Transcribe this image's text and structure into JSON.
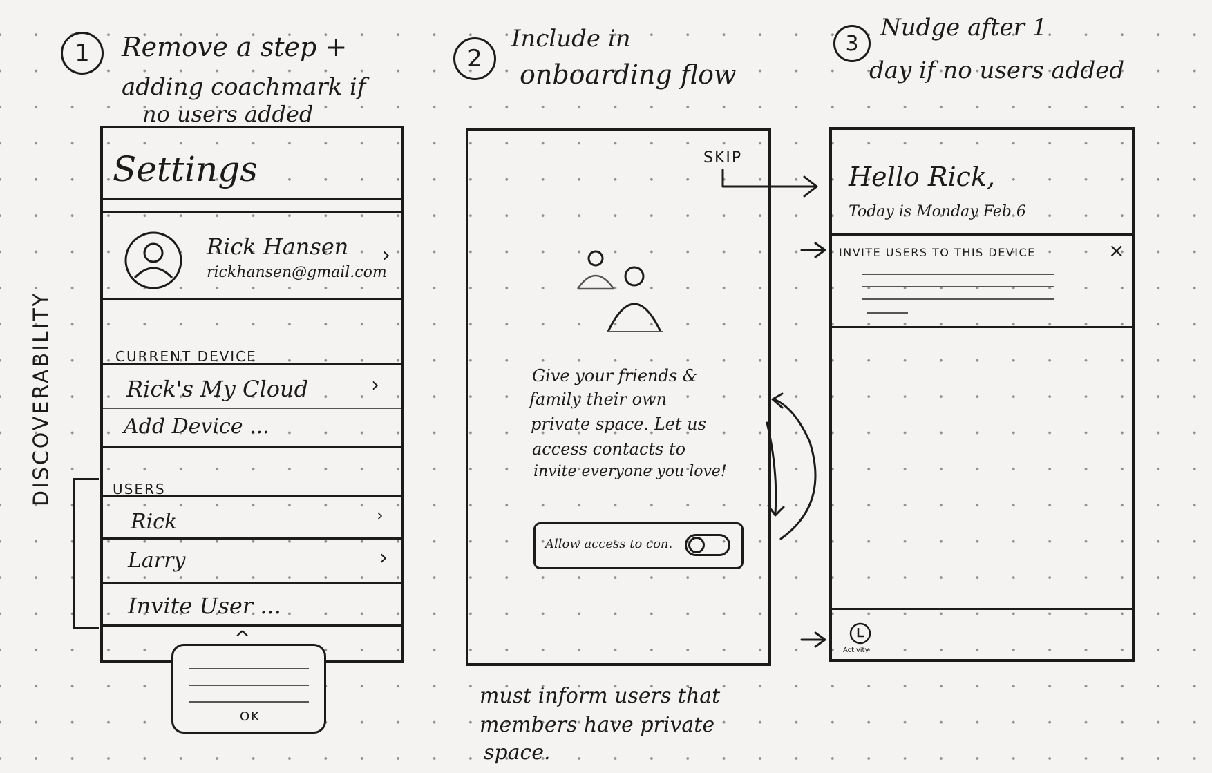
{
  "step1": {
    "number": "1",
    "title_line1": "Remove a step +",
    "title_line2": "adding coachmark if",
    "title_line3": "no users added"
  },
  "step2": {
    "number": "2",
    "title_line1": "Include in",
    "title_line2": "onboarding flow"
  },
  "step3": {
    "number": "3",
    "title_line1": "Nudge after 1",
    "title_line2": "day if no users added"
  },
  "side_label": "DISCOVERABILITY",
  "settings": {
    "title": "Settings",
    "profile_name": "Rick Hansen",
    "profile_email": "rickhansen@gmail.com",
    "current_device_header": "CURRENT DEVICE",
    "device_item": "Rick's My Cloud",
    "add_device": "Add Device ...",
    "users_header": "USERS",
    "users": [
      "Rick",
      "Larry"
    ],
    "invite_user": "Invite User ...",
    "coachmark_ok": "OK"
  },
  "onboarding": {
    "skip": "SKIP",
    "body_line1": "Give your friends &",
    "body_line2": "family their own",
    "body_line3": "private space. Let us",
    "body_line4": "access contacts to",
    "body_line5": "invite everyone you love!",
    "toggle_label": "Allow access to con."
  },
  "note": {
    "line1": "must inform users that",
    "line2": "members have private",
    "line3": "space."
  },
  "home": {
    "greeting": "Hello Rick,",
    "date": "Today is Monday Feb 6",
    "nudge_title": "INVITE USERS TO THIS DEVICE",
    "nudge_close": "×",
    "nav_label": "Activity"
  }
}
